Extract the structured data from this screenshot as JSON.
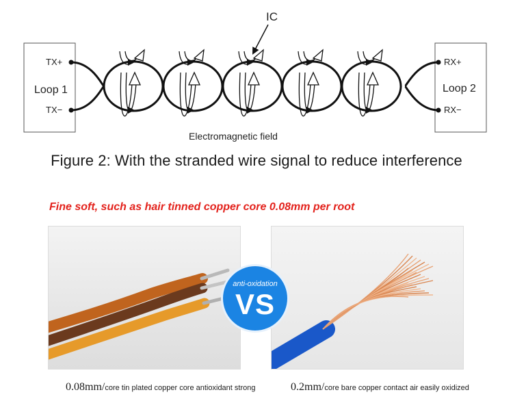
{
  "diagram": {
    "label_ic": "IC",
    "left_box": {
      "top_terminal": "TX+",
      "label": "Loop 1",
      "bottom_terminal": "TX−"
    },
    "right_box": {
      "top_terminal": "RX+",
      "label": "Loop 2",
      "bottom_terminal": "RX−"
    },
    "field_label": "Electromagnetic field",
    "wire_color": "#111111",
    "arrow_color": "#111111"
  },
  "caption": "Figure 2: With the stranded wire signal to reduce interference",
  "headline": "Fine soft, such as hair tinned copper core 0.08mm per root",
  "headline_color": "#e3211b",
  "badge": {
    "top": "anti-oxidation",
    "main": "VS",
    "color": "#1b84e3"
  },
  "photos": [
    {
      "icon": "tinned-wire-photo",
      "size": "0.08mm/",
      "text": "core tin plated copper core antioxidant strong"
    },
    {
      "icon": "bare-copper-wire-photo",
      "size": "0.2mm/",
      "text": "core  bare copper contact air easily oxidized"
    }
  ]
}
